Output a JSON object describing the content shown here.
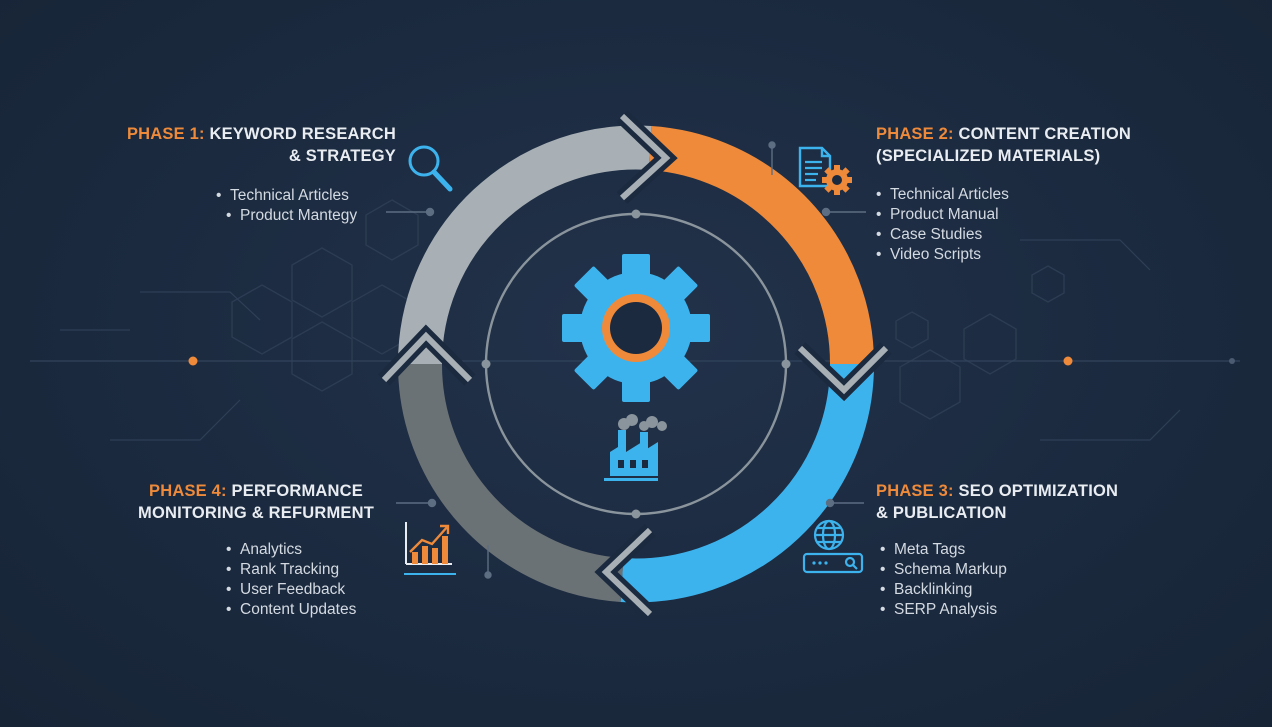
{
  "phases": [
    {
      "number_label": "PHASE 1:",
      "title_lines": [
        "KEYWORD RESEARCH",
        "& STRATEGY"
      ],
      "items": [
        "Technical Articles",
        "Product Mantegy"
      ],
      "icon": "magnifier-icon"
    },
    {
      "number_label": "PHASE 2:",
      "title_lines": [
        "CONTENT CREATION",
        "(SPECIALIZED MATERIALS)"
      ],
      "items": [
        "Technical Articles",
        "Product Manual",
        "Case Studies",
        "Video Scripts"
      ],
      "icon": "document-gear-icon"
    },
    {
      "number_label": "PHASE 3:",
      "title_lines": [
        "SEO OPTIMIZATION",
        "& PUBLICATION"
      ],
      "items": [
        "Meta Tags",
        "Schema Markup",
        "Backlinking",
        "SERP Analysis"
      ],
      "icon": "globe-search-icon"
    },
    {
      "number_label": "PHASE 4:",
      "title_lines": [
        "PERFORMANCE",
        "MONITORING & REFURMENT"
      ],
      "items": [
        "Analytics",
        "Rank Tracking",
        "User Feedback",
        "Content Updates"
      ],
      "icon": "growth-chart-icon"
    }
  ],
  "center_icons": [
    "gear-icon",
    "factory-icon"
  ],
  "colors": {
    "background": "#1b2a3f",
    "accent_orange": "#ee8a3a",
    "accent_blue": "#3db3ee",
    "arc_light_gray": "#a8b0b6",
    "arc_dark_gray": "#6b7276",
    "text": "#e9edf2"
  }
}
